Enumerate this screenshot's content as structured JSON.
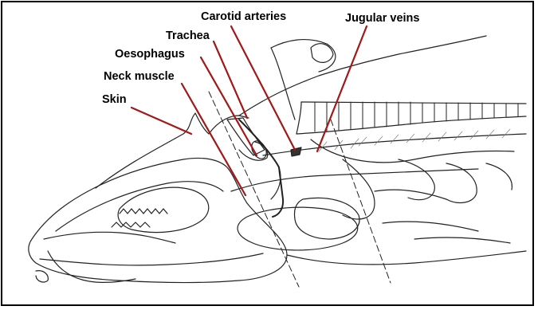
{
  "labels": {
    "carotid": "Carotid arteries",
    "jugular": "Jugular veins",
    "trachea": "Trachea",
    "oesophagus": "Oesophagus",
    "neck_muscle": "Neck muscle",
    "skin": "Skin"
  },
  "colors": {
    "leader_line": "#a01818",
    "sketch_line": "#222222",
    "frame": "#000000"
  }
}
